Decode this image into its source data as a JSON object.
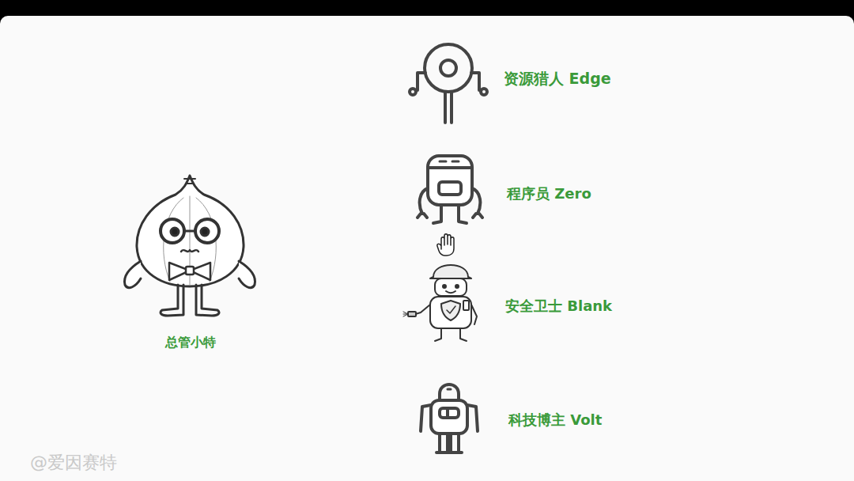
{
  "diagram": {
    "labels": [
      "资源猎人 Edge",
      "程序员 Zero",
      "安全卫士 Blank",
      "科技博主 Volt",
      "总管小特",
      "@爱因赛特"
    ]
  }
}
